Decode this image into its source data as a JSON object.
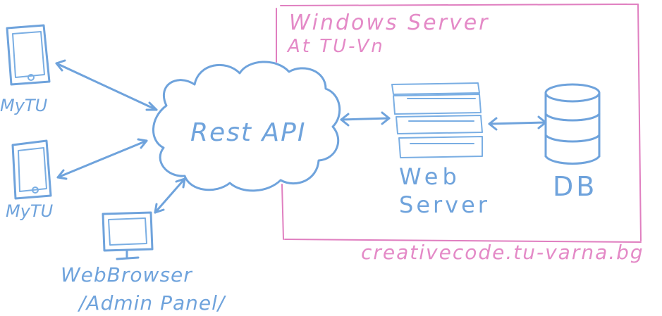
{
  "server_box": {
    "title_line1": "Windows Server",
    "title_line2": "At TU-Vn",
    "footer": "creativecode.tu-varna.bg"
  },
  "clients": {
    "phone1_label": "MyTU",
    "phone2_label": "MyTU",
    "browser_line1": "WebBrowser",
    "browser_line2": "/Admin Panel/"
  },
  "api": {
    "label": "Rest API"
  },
  "web_server": {
    "line1": "Web",
    "line2": "Server"
  },
  "database": {
    "label": "DB"
  },
  "colors": {
    "client_stroke": "#6fa3dc",
    "server_box_stroke": "#e07fc0"
  }
}
